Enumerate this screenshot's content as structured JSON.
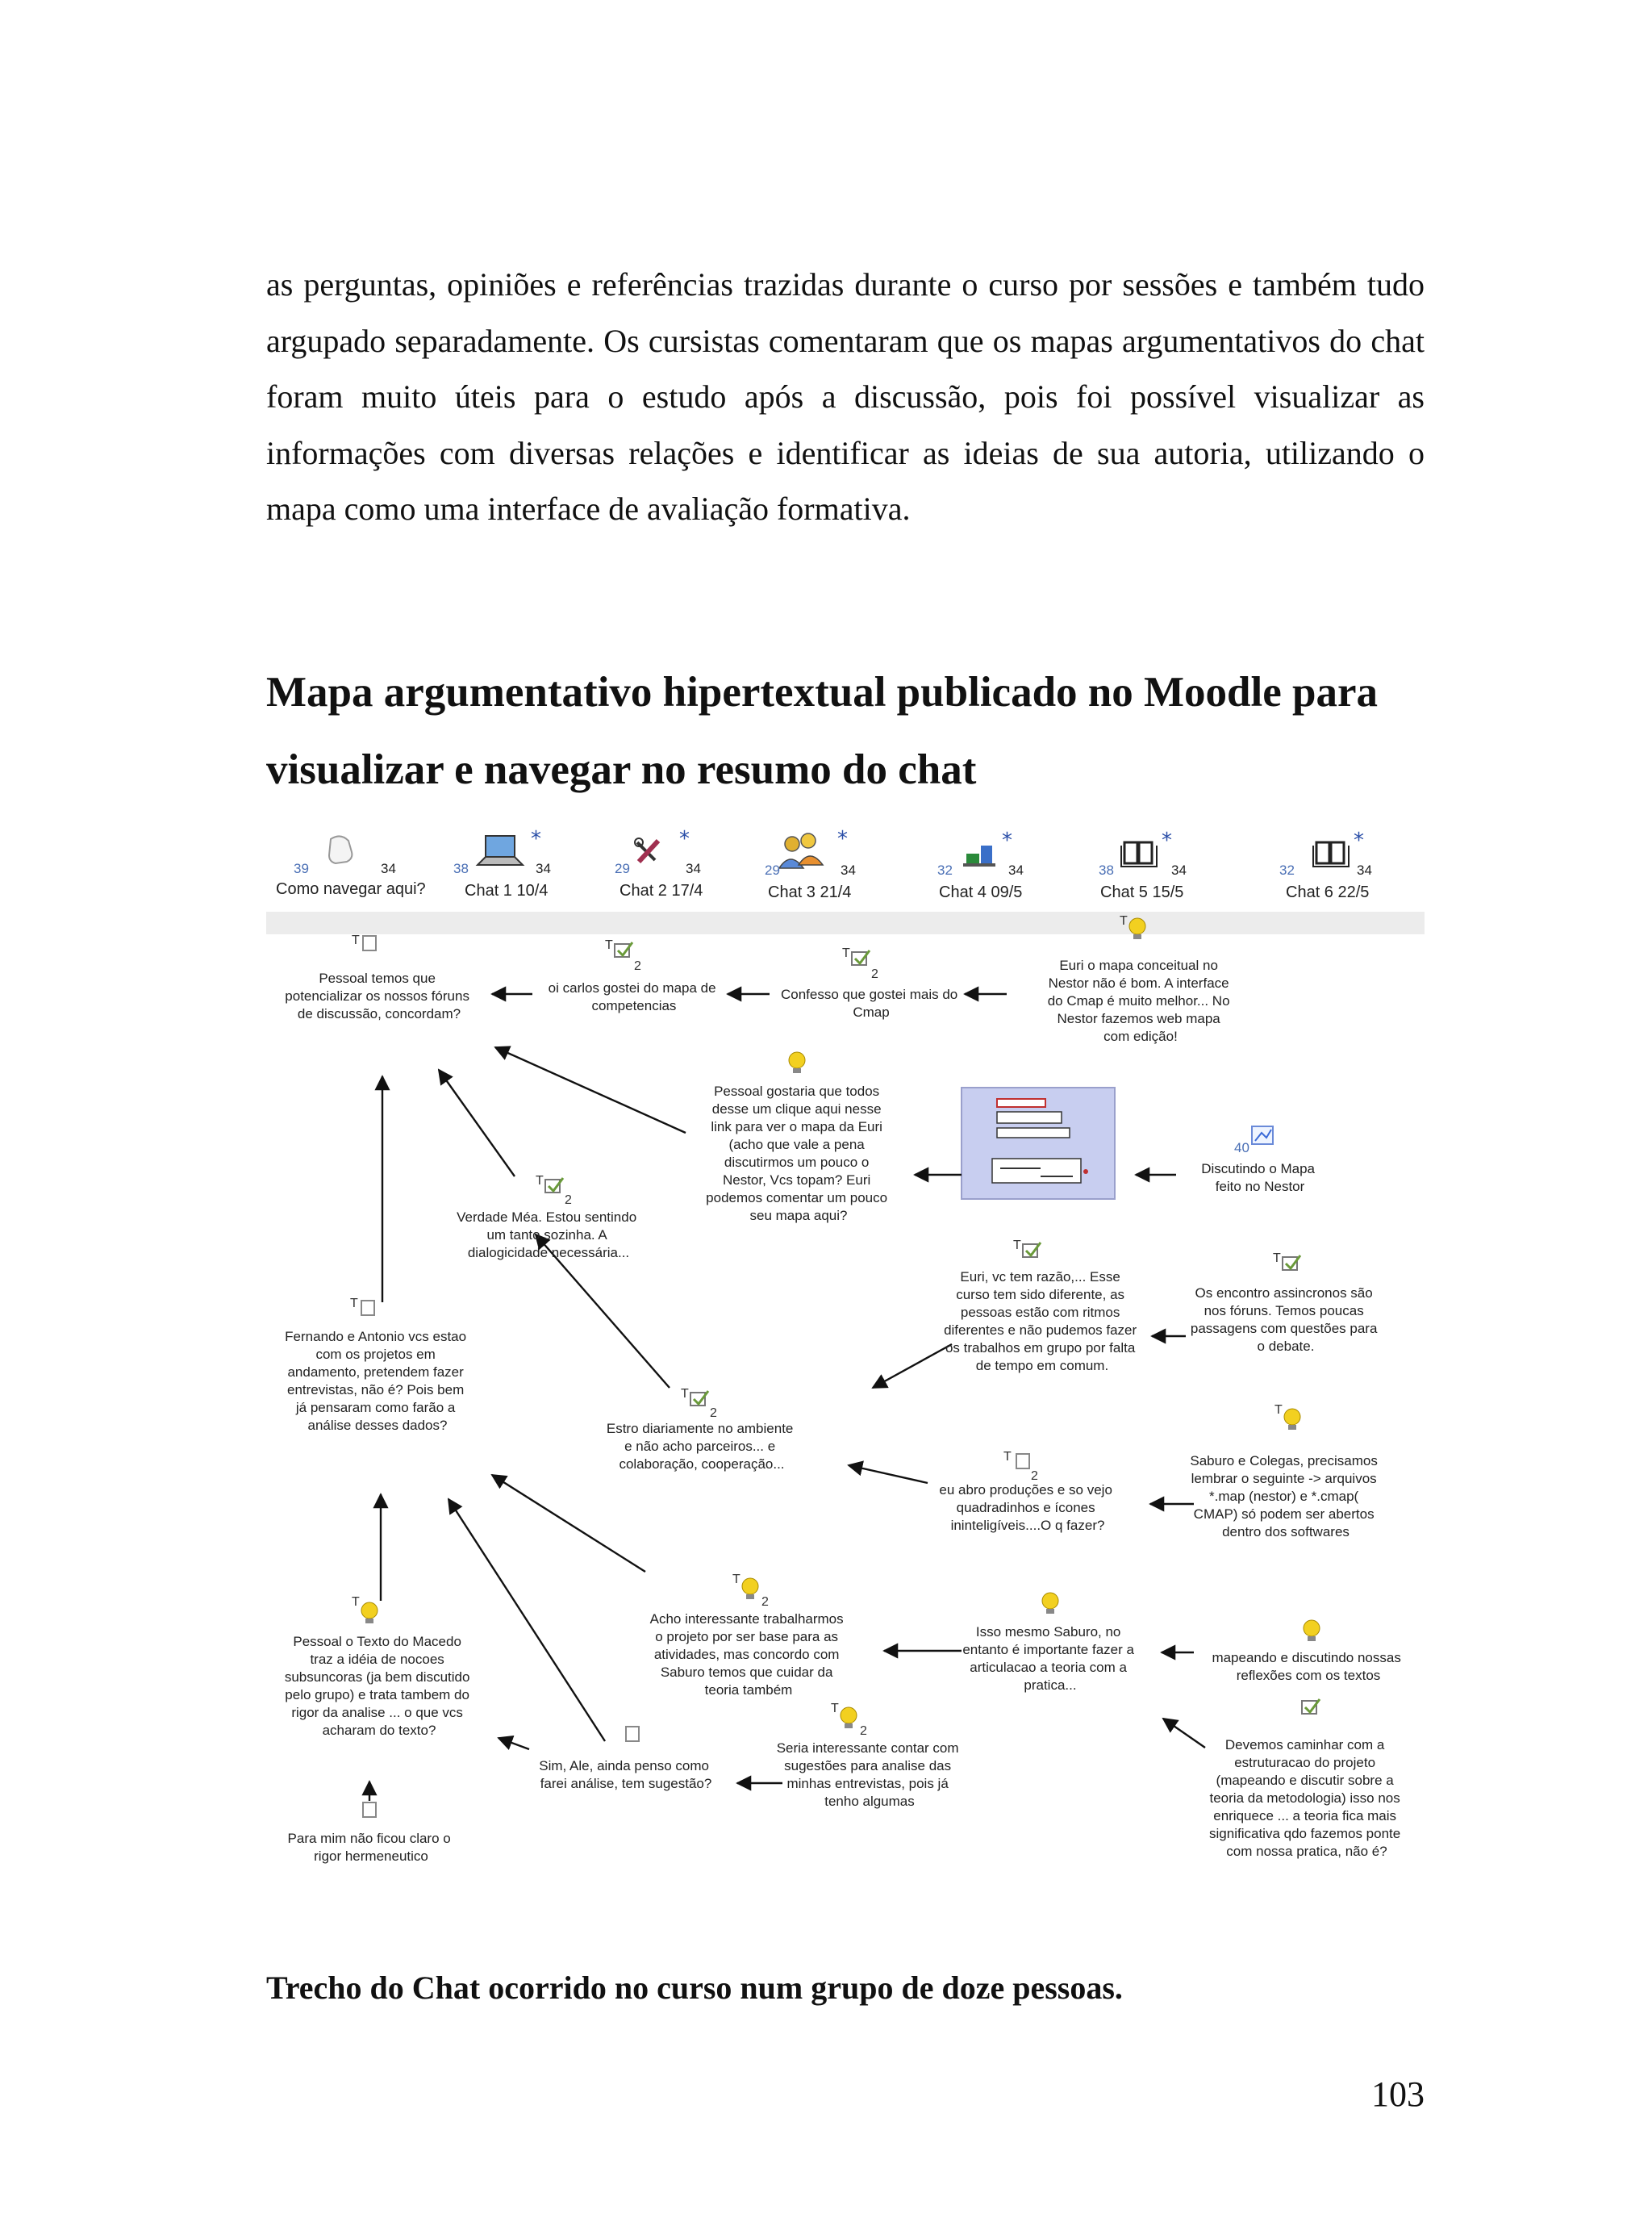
{
  "paragraph": "as perguntas, opiniões e referências trazidas durante o curso por sessões e também tudo argupado separadamente. Os cursistas comentaram que os mapas argumentativos do chat foram muito úteis para o estudo após a discussão, pois foi possível visualizar as informações com diversas relações e identificar as ideias de sua autoria, utilizando o mapa como uma interface de avaliação formativa.",
  "heading": {
    "line1": "Mapa argumentativo hipertextual publicado no Moodle para",
    "line2": "visualizar e navegar no resumo  do chat"
  },
  "figure": {
    "tabs": [
      {
        "label": "Como navegar aqui?",
        "count_blue": "39",
        "count": "34",
        "icon": "hand-pointer-icon"
      },
      {
        "label": "Chat 1 10/4",
        "count_blue": "38",
        "count": "34",
        "icon": "laptop-icon"
      },
      {
        "label": "Chat 2 17/4",
        "count_blue": "29",
        "count": "34",
        "icon": "tools-icon"
      },
      {
        "label": "Chat 3  21/4",
        "count_blue": "29",
        "count": "34",
        "icon": "people-icon"
      },
      {
        "label": "Chat 4  09/5",
        "count_blue": "32",
        "count": "34",
        "icon": "chart-icon"
      },
      {
        "label": "Chat 5  15/5",
        "count_blue": "38",
        "count": "34",
        "icon": "book-icon"
      },
      {
        "label": "Chat 6  22/5",
        "count_blue": "32",
        "count": "34",
        "icon": "book-icon"
      }
    ],
    "nodes": {
      "n1": [
        "Pessoal temos que",
        "potencializar os nossos fóruns",
        "de discussão, concordam?"
      ],
      "n2": [
        "oi carlos gostei do mapa de",
        "competencias"
      ],
      "n3": [
        "Confesso que gostei mais do",
        "Cmap"
      ],
      "n4": [
        "Euri o mapa conceitual no",
        "Nestor não é bom. A interface",
        "do Cmap é muito melhor... No",
        "Nestor fazemos web mapa",
        "com edição!"
      ],
      "n5": [
        "Pessoal gostaria que todos",
        "desse um clique aqui nesse",
        "link para ver o mapa da Euri",
        "(acho que vale a pena",
        "discutirmos um pouco o",
        "Nestor, Vcs topam? Euri",
        "podemos comentar um pouco",
        "seu mapa aqui?"
      ],
      "n6": [
        "Discutindo o Mapa",
        "feito no Nestor"
      ],
      "n7": [
        "Verdade Méa. Estou sentindo",
        "um tanto sozinha. A",
        "dialogicidade necessária..."
      ],
      "n8": [
        "Euri, vc tem razão,... Esse",
        "curso tem sido diferente, as",
        "pessoas estão com ritmos",
        "diferentes e não pudemos fazer",
        "os trabalhos em grupo por falta",
        "de tempo em comum."
      ],
      "n9": [
        "Os encontro assincronos são",
        "nos fóruns. Temos poucas",
        "passagens com questões para",
        "o debate."
      ],
      "n10": [
        "Fernando e Antonio vcs estao",
        "com os projetos em",
        "andamento, pretendem fazer",
        "entrevistas, não é? Pois bem",
        "já pensaram como farão a",
        "análise desses dados?"
      ],
      "n11": [
        "Estro diariamente no ambiente",
        "e não acho parceiros... e",
        "colaboração, cooperação..."
      ],
      "n12": [
        "eu abro produções e so vejo",
        "quadradinhos e ícones",
        "ininteligíveis....O q fazer?"
      ],
      "n13": [
        "Saburo e Colegas, precisamos",
        "lembrar o seguinte -> arquivos",
        "*.map (nestor) e *.cmap(",
        "CMAP) só podem ser abertos",
        "dentro dos softwares"
      ],
      "n14": [
        "Acho interessante trabalharmos",
        "o projeto por ser base para as",
        "atividades, mas concordo com",
        "Saburo temos que cuidar da",
        "teoria também"
      ],
      "n15": [
        "Isso mesmo Saburo, no",
        "entanto é importante fazer a",
        "articulacao a teoria com a",
        "pratica..."
      ],
      "n16": [
        "mapeando e discutindo nossas",
        "reflexões com os textos"
      ],
      "n17": [
        "Pessoal o Texto do Macedo",
        "traz a idéia de nocoes",
        "subsuncoras (ja bem discutido",
        "pelo grupo) e trata tambem do",
        "rigor da analise ... o que vcs",
        "acharam do texto?"
      ],
      "n18": [
        "Sim, Ale, ainda penso como",
        "farei análise, tem sugestão?"
      ],
      "n19": [
        "Seria interessante contar com",
        "sugestões para analise das",
        "minhas entrevistas, pois já",
        "tenho algumas"
      ],
      "n20": [
        "Devemos caminhar com a",
        "estruturacao do projeto",
        "(mapeando e discutir sobre a",
        "teoria da metodologia) isso nos",
        "enriquece ... a teoria fica mais",
        "significativa qdo fazemos ponte",
        "com nossa pratica, não é?"
      ],
      "n21": [
        "Para mim não ficou claro o",
        "rigor hermeneutico"
      ]
    },
    "markers": {
      "t": "T",
      "two": "2",
      "forty": "40"
    }
  },
  "caption": "Trecho do Chat ocorrido no curso num grupo de doze pessoas.",
  "page_number": "103"
}
